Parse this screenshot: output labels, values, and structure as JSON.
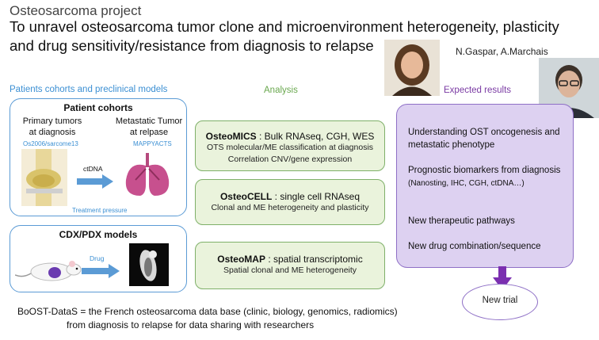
{
  "header": {
    "project": "Osteosarcoma project",
    "title_line1": "To unravel osteosarcoma tumor clone and microenvironment heterogeneity, plasticity",
    "title_line2": "and drug sensitivity/resistance from diagnosis to relapse",
    "authors": "N.Gaspar, A.Marchais"
  },
  "sections": {
    "left": "Patients cohorts and preclinical models",
    "middle": "Analysis",
    "right": "Expected results"
  },
  "patient_cohorts": {
    "title": "Patient cohorts",
    "primary_line1": "Primary tumors",
    "primary_line2": "at diagnosis",
    "primary_sub": "Os2006/sarcome13",
    "metastatic_line1": "Metastatic Tumor",
    "metastatic_line2": "at relpase",
    "metastatic_sub": "MAPPYACTS",
    "arrow_label": "ctDNA",
    "treatment": "Treatment pressure"
  },
  "models": {
    "title": "CDX/PDX models",
    "arrow_label": "Drug"
  },
  "analysis": [
    {
      "name": "OsteoMICS",
      "desc": " : Bulk RNAseq, CGH, WES",
      "lines": [
        "OTS molecular/ME classification at diagnosis",
        "Correlation CNV/gene expression"
      ]
    },
    {
      "name": "OsteoCELL",
      "desc": " : single cell RNAseq",
      "lines": [
        "Clonal and ME heterogeneity  and plasticity"
      ]
    },
    {
      "name": "OsteoMAP",
      "desc": " : spatial transcriptomic",
      "lines": [
        "Spatial clonal and ME heterogeneity"
      ]
    }
  ],
  "results": {
    "r1": "Understanding OST oncogenesis and metastatic phenotype",
    "r2_main": "Prognostic biomarkers from diagnosis ",
    "r2_small": "(Nanosting, IHC, CGH, ctDNA…)",
    "r3": "New therapeutic pathways",
    "r4": "New drug combination/sequence",
    "trial": "New trial"
  },
  "footer": {
    "line1": "BoOST-DataS = the French osteosarcoma data base (clinic, biology, genomics, radiomics)",
    "line2": "from diagnosis to relapse for data sharing with researchers"
  },
  "colors": {
    "blue": "#5b9bd5",
    "green_border": "#7fb069",
    "green_fill": "#eaf3dc",
    "purple_border": "#8e6fc6",
    "purple_fill": "#ddd1f1",
    "arrow_purple": "#7b2fb0"
  },
  "icons": [
    "bone-tumor-image",
    "lungs-image",
    "mouse-image",
    "ct-scan-image",
    "photo-woman",
    "photo-man"
  ]
}
